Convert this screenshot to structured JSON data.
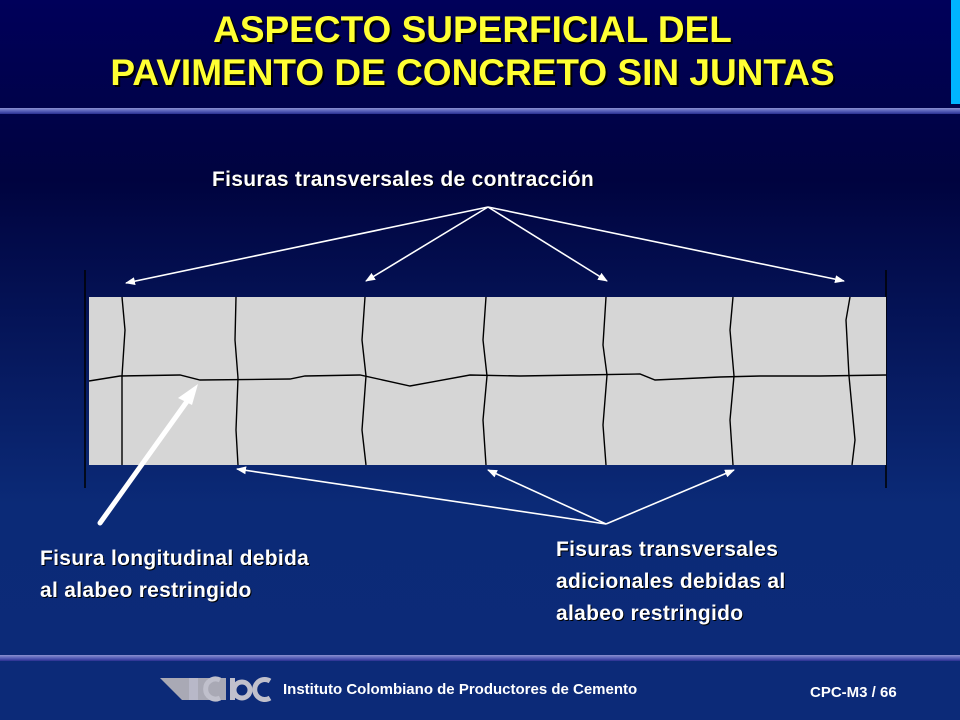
{
  "title": {
    "line1": "ASPECTO SUPERFICIAL DEL",
    "line2": "PAVIMENTO DE CONCRETO SIN JUNTAS"
  },
  "labels": {
    "contraction": "Fisuras transversales de contracción",
    "longitudinal_line1": "Fisura longitudinal debida",
    "longitudinal_line2": "al alabeo restringido",
    "additional_line1": "Fisuras transversales",
    "additional_line2": "adicionales debidas al",
    "additional_line3": "alabeo restringido"
  },
  "colors": {
    "slab": "#d6d6d6",
    "title": "#ffff33",
    "accent_bar": "#00b4ff"
  },
  "footer": {
    "logo_text": "ICPC",
    "institute": "Instituto Colombiano de Productores de Cemento",
    "slide_ref": "CPC-M3 /  66"
  }
}
